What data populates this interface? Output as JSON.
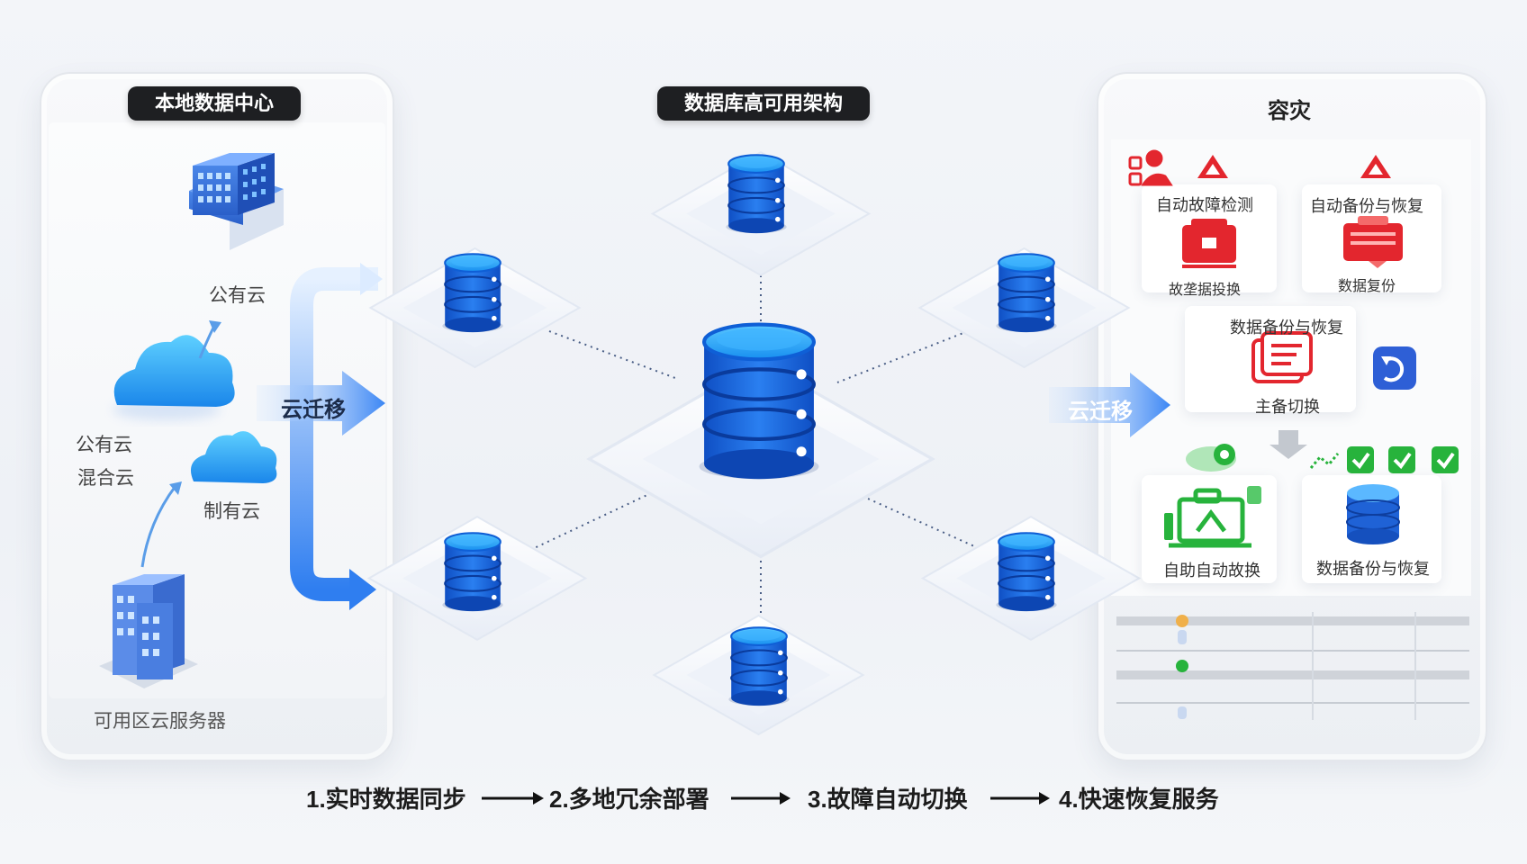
{
  "left": {
    "header": "本地数据中心",
    "public_cloud_top": "公有云",
    "public_cloud": "公有云",
    "hybrid_cloud": "混合云",
    "private_cloud": "制有云",
    "server_label": "可用区云服务器"
  },
  "center": {
    "header": "数据库高可用架构",
    "migrate_left": "云迁移"
  },
  "right": {
    "header": "容灾",
    "migrate_right": "云迁移",
    "card_detect": "自动故障检测",
    "card_backup_top": "自动备份与恢复",
    "card_switch_top": "故垄据投换",
    "card_restore": "数据复份",
    "card_middle_title": "数据备份与恢复",
    "card_middle_sub": "主备切换",
    "card_auto_switch": "自助自动故换",
    "card_db_backup": "数据备份与恢复"
  },
  "steps": [
    "1.实时数据同步",
    "2.多地冗余部署",
    "3.故障自动切换",
    "4.快速恢复服务"
  ],
  "colors": {
    "db_blue": "#1f6fe0",
    "accent_red": "#e3262e",
    "accent_green": "#27b33c",
    "pill_dark": "#1e1f22"
  },
  "icons": [
    "office-building-icon",
    "cloud-icon",
    "database-icon",
    "alert-icon",
    "server-alert-icon",
    "refresh-icon",
    "check-icon",
    "monitor-icon"
  ]
}
